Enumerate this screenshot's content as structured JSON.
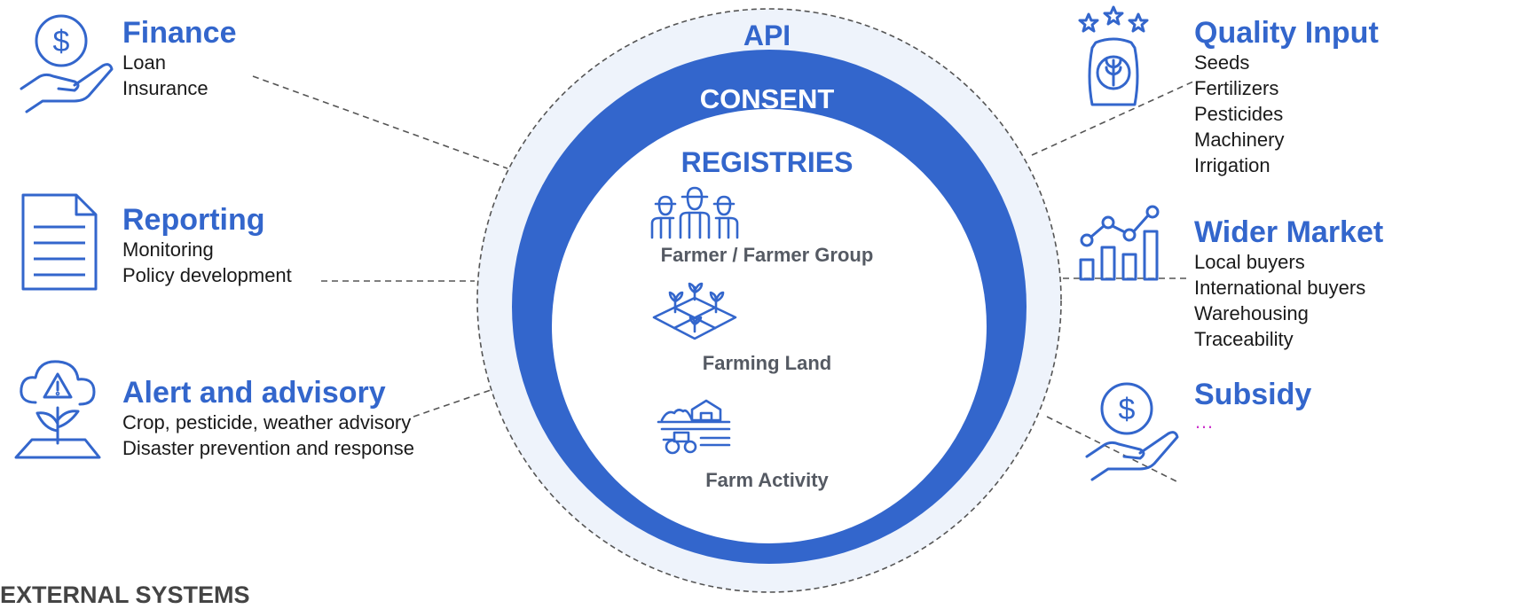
{
  "center": {
    "outer_label": "API",
    "middle_label": "CONSENT",
    "inner_label": "REGISTRIES",
    "registries": [
      {
        "label": "Farmer / Farmer Group",
        "icon": "farmer-group-icon"
      },
      {
        "label": "Farming Land",
        "icon": "farm-land-icon"
      },
      {
        "label": "Farm Activity",
        "icon": "farm-activity-icon"
      }
    ]
  },
  "left": [
    {
      "title": "Finance",
      "icon": "money-hand-icon",
      "items": [
        "Loan",
        "Insurance"
      ]
    },
    {
      "title": "Reporting",
      "icon": "document-icon",
      "items": [
        "Monitoring",
        "Policy development"
      ]
    },
    {
      "title": "Alert and advisory",
      "icon": "cloud-alert-plant-icon",
      "items": [
        "Crop, pesticide, weather advisory",
        "Disaster prevention and response"
      ]
    }
  ],
  "right": [
    {
      "title": "Quality Input",
      "icon": "seed-bag-stars-icon",
      "items": [
        "Seeds",
        "Fertilizers",
        "Pesticides",
        "Machinery",
        "Irrigation"
      ]
    },
    {
      "title": "Wider Market",
      "icon": "growth-chart-icon",
      "items": [
        "Local buyers",
        "International buyers",
        "Warehousing",
        "Traceability"
      ]
    },
    {
      "title": "Subsidy",
      "icon": "money-hand-icon",
      "items": [
        "…"
      ]
    }
  ],
  "footer": "EXTERNAL SYSTEMS",
  "colors": {
    "primary": "#3366cc",
    "outer_fill": "#eef3fb",
    "dash": "#555555",
    "text": "#1a1a1a",
    "ellipsis": "#cc33cc"
  }
}
